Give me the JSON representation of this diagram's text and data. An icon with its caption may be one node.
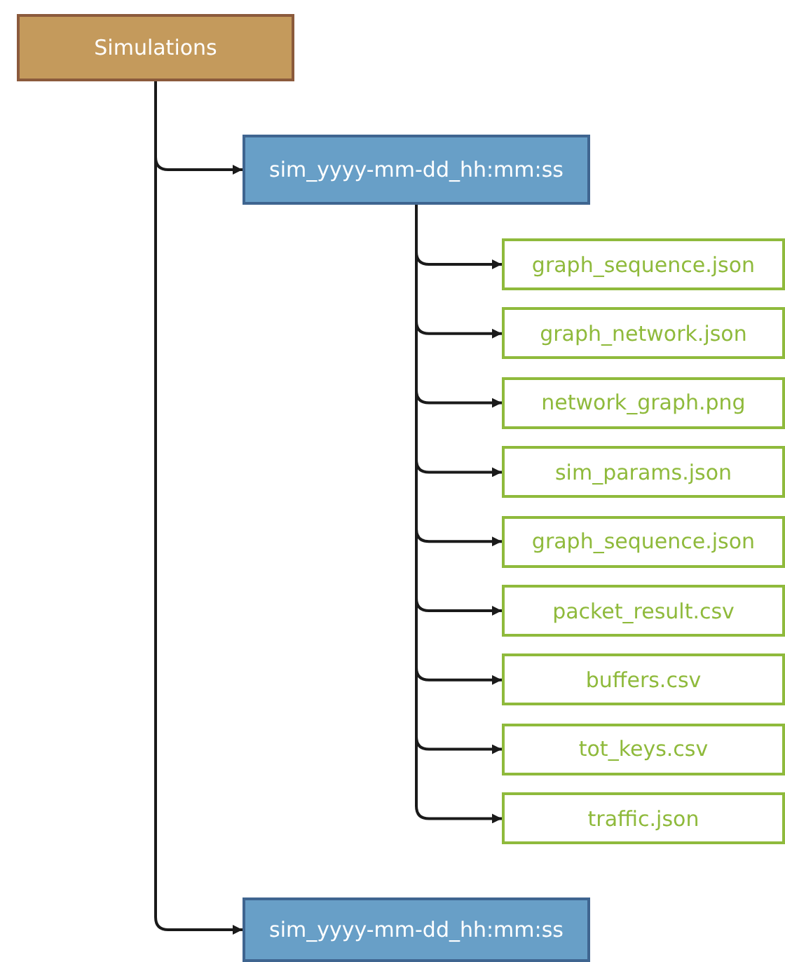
{
  "diagram": {
    "nodes": [
      {
        "text": [
          "Simulations"
        ]
      },
      {
        "text": [
          "sim_yyyy-mm-dd_hh:mm:ss"
        ]
      },
      {
        "text": [
          "graph_sequence.json"
        ]
      },
      {
        "text": [
          "graph_network.json"
        ]
      },
      {
        "text": [
          "network_graph.png"
        ]
      },
      {
        "text": [
          "sim_params.json"
        ]
      },
      {
        "text": [
          "graph_sequence.json"
        ]
      },
      {
        "text": [
          "packet_result.csv"
        ]
      },
      {
        "text": [
          "buffers.csv"
        ]
      },
      {
        "text": [
          "tot_keys.csv"
        ]
      },
      {
        "text": [
          "traffic.json"
        ]
      },
      {
        "text": [
          "sim_yyyy-mm-dd_hh:mm:ss"
        ]
      }
    ],
    "edges": [
      {
        "from": 0,
        "to": 1,
        "arrow": "to"
      },
      {
        "from": 1,
        "to": 2,
        "arrow": "to"
      },
      {
        "from": 1,
        "to": 3,
        "arrow": "to"
      },
      {
        "from": 1,
        "to": 4,
        "arrow": "to"
      },
      {
        "from": 1,
        "to": 5,
        "arrow": "to"
      },
      {
        "from": 1,
        "to": 6,
        "arrow": "to"
      },
      {
        "from": 1,
        "to": 7,
        "arrow": "to"
      },
      {
        "from": 1,
        "to": 8,
        "arrow": "to"
      },
      {
        "from": 1,
        "to": 9,
        "arrow": "to"
      },
      {
        "from": 1,
        "to": 10,
        "arrow": "to"
      },
      {
        "from": 0,
        "to": 11,
        "arrow": "to"
      }
    ]
  }
}
